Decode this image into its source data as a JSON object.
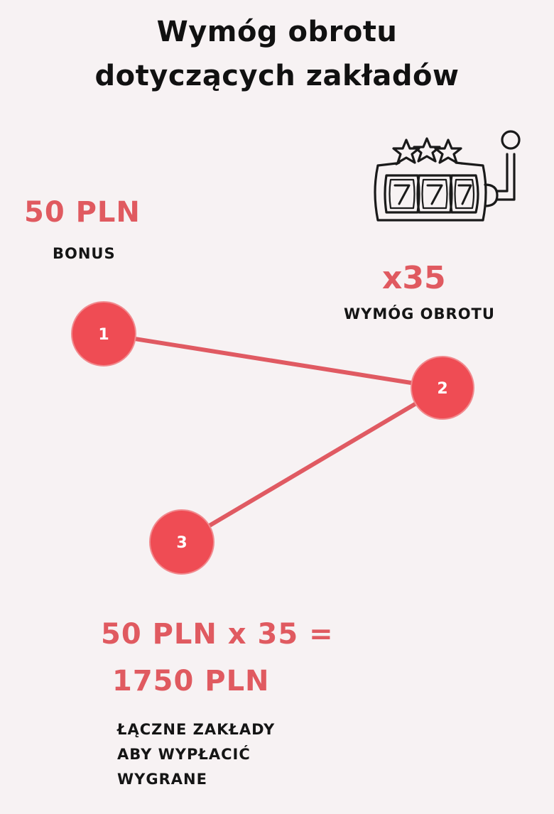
{
  "title": {
    "line1": "Wymóg obrotu",
    "line2": "dotyczących zakładów"
  },
  "colors": {
    "background": "#f7f2f3",
    "accent": "#e05a60",
    "circle_fill": "#ef4c54",
    "text_dark": "#111111"
  },
  "icon": {
    "name": "slot-machine-icon",
    "reels": [
      "7",
      "7",
      "7"
    ],
    "stars": 3
  },
  "bonus": {
    "amount": "50 PLN",
    "label": "BONUS"
  },
  "wagering": {
    "multiplier": "x35",
    "label": "WYMÓG OBROTU"
  },
  "steps": [
    {
      "number": "1"
    },
    {
      "number": "2"
    },
    {
      "number": "3"
    }
  ],
  "formula": {
    "line1": "50 PLN x 35 =",
    "line2": "1750 PLN"
  },
  "total": {
    "line1": "ŁĄCZNE ZAKŁADY",
    "line2": "ABY WYPŁACIĆ",
    "line3": "WYGRANE"
  }
}
